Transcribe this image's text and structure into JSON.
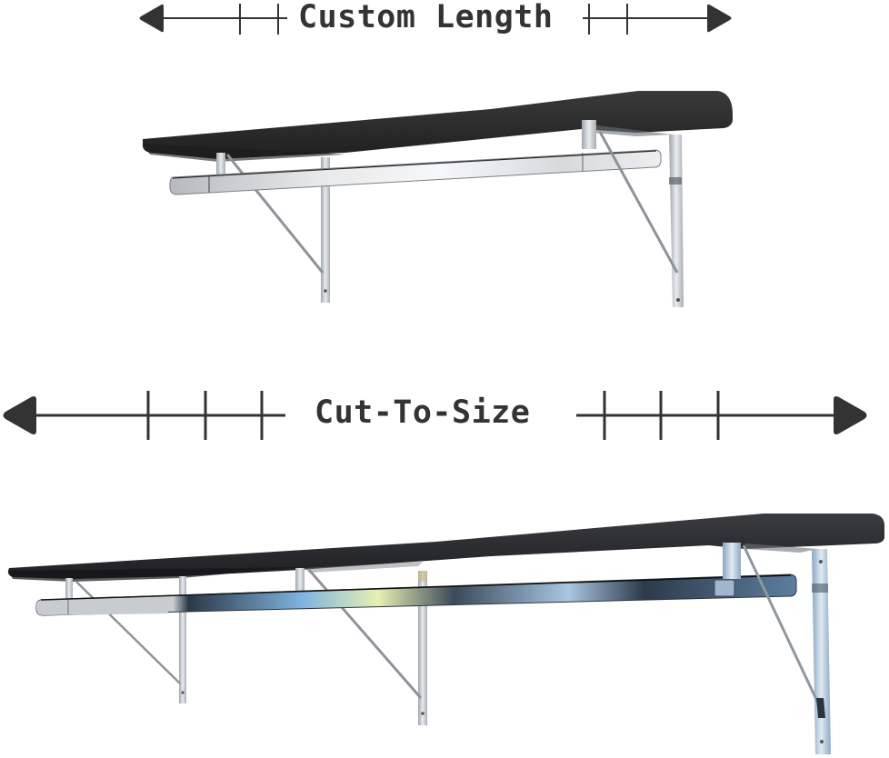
{
  "dimension_top": {
    "label": "Custom Length",
    "arrow_color": "#333333",
    "ticks_left": 2,
    "ticks_right": 2
  },
  "dimension_bottom": {
    "label": "Cut-To-Size",
    "arrow_color": "#333333",
    "ticks_left": 3,
    "ticks_right": 3
  },
  "products": [
    {
      "name": "short-shelf-with-closet-rod",
      "brackets": 2,
      "board_color": "#2b2b2b",
      "metal_color": "#c9ccd0"
    },
    {
      "name": "long-shelf-with-closet-rod",
      "brackets": 3,
      "board_color": "#2a2b2e",
      "metal_color": "#b9c7d6"
    }
  ],
  "background_color": "#ffffff"
}
